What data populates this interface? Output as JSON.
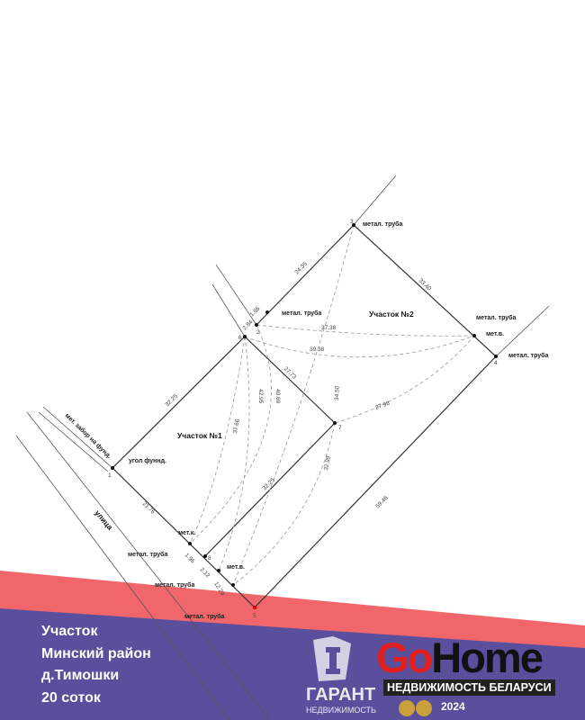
{
  "plan": {
    "parcel_1": "Участок №1",
    "parcel_2": "Участок №2",
    "street": "улица",
    "labels": {
      "pipe": "метал. труба",
      "met_v": "мет.в.",
      "met_k": "мет.к.",
      "foundation_corner": "угол фуннд.",
      "fence": "мет. забор на фунд."
    },
    "points": [
      "1",
      "2",
      "3",
      "4",
      "5",
      "6",
      "7",
      "8"
    ],
    "dimensions": {
      "d1_6": "32.25",
      "d2_3": "24.35",
      "d3_4": "33.40",
      "d4_5": "59.46",
      "d6_7": "27.73",
      "d7_8": "32.25",
      "d1_8": "21.76",
      "d2_mv": "37.38",
      "d6_mv": "39.38",
      "d3_5": "34.50",
      "d7_5": "32.99",
      "d7_mv": "27.98",
      "d6_a": "37.66",
      "d6_b": "42.95",
      "d6_c": "40.69",
      "d_165": "1.65",
      "d_284": "2.84",
      "d_196": "1.96",
      "d_212": "2.12",
      "d_1229": "12.29"
    }
  },
  "banner": {
    "lines": [
      "Участок",
      "Минский район",
      "д.Тимошки",
      "20 соток"
    ]
  },
  "logo": {
    "go": "Go",
    "home": "Home",
    "tagline": "НЕДВИЖИМОСТЬ БЕЛАРУСИ",
    "year": "2024",
    "garant": "ГАРАНТ",
    "garant_sub": "НЕДВИЖИМОСТЬ"
  },
  "colors": {
    "red": "#f0595e",
    "purple": "#5a4f9c"
  }
}
